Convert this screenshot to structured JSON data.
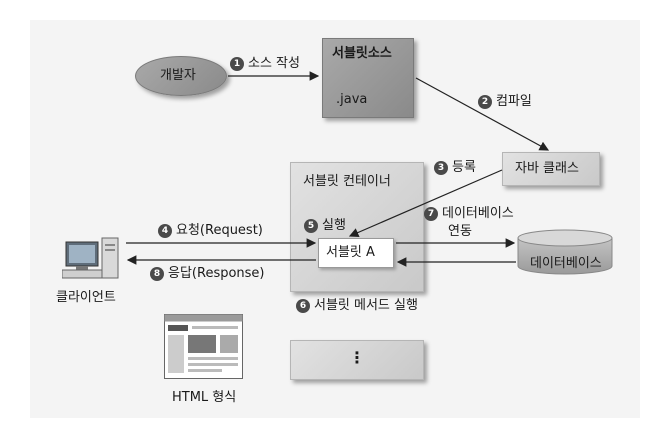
{
  "nodes": {
    "developer": "개발자",
    "servlet_source": "서블릿소스",
    "java_ext": ".java",
    "java_class": "자바 클래스",
    "container": "서블릿 컨테이너",
    "servlet_a": "서블릿 A",
    "database": "데이터베이스",
    "client": "클라이언트",
    "html_format": "HTML 형식",
    "ellipsis": "⋮"
  },
  "steps": [
    {
      "num": "1",
      "label": "소스 작성"
    },
    {
      "num": "2",
      "label": "컴파일"
    },
    {
      "num": "3",
      "label": "등록"
    },
    {
      "num": "4",
      "label": "요청(Request)"
    },
    {
      "num": "5",
      "label": "실행"
    },
    {
      "num": "6",
      "label": "서블릿 메서드 실행"
    },
    {
      "num": "7",
      "label_line1": "데이터베이스",
      "label_line2": "연동"
    },
    {
      "num": "8",
      "label": "응답(Response)"
    }
  ]
}
